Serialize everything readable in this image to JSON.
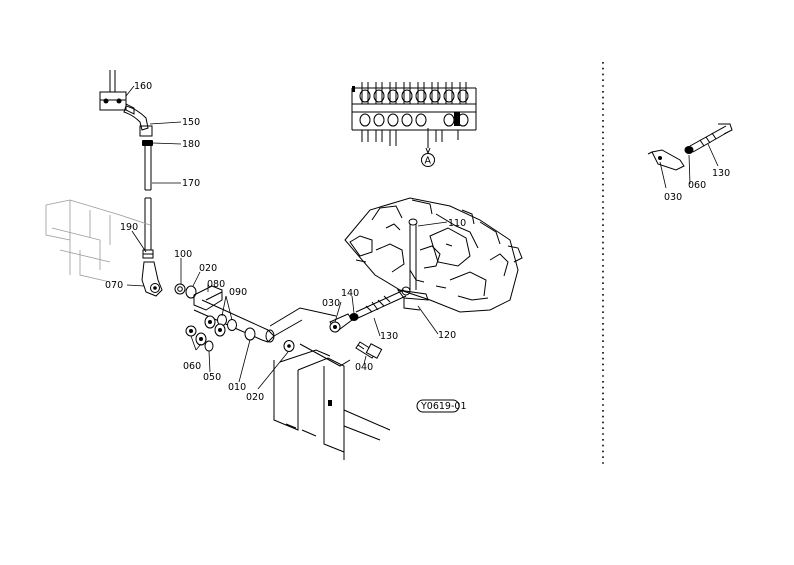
{
  "diagram": {
    "part_labels": {
      "p160": "160",
      "p150": "150",
      "p180": "180",
      "p170": "170",
      "p190": "190",
      "p100": "100",
      "p020a": "020",
      "p070": "070",
      "p080": "080",
      "p090": "090",
      "p060a": "060",
      "p050a": "050",
      "p010": "010",
      "p020b": "020",
      "p030a": "030",
      "p140": "140",
      "p130a": "130",
      "p040": "040",
      "p110": "110",
      "p120": "120",
      "p030b": "030",
      "p060b": "060",
      "p130b": "130"
    },
    "view_marker": "A",
    "drawing_code": "Y0619-01"
  }
}
